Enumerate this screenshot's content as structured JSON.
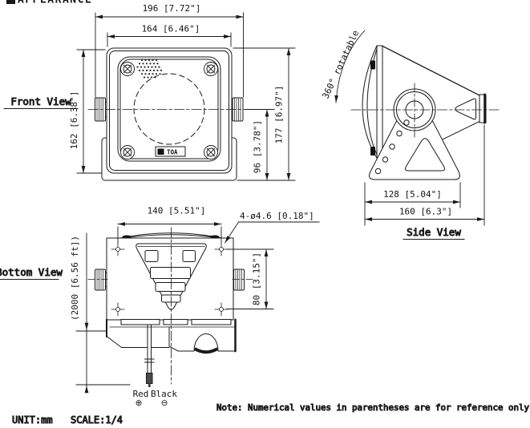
{
  "colors": {
    "ink": "#1a1a1a",
    "background": "#ffffff"
  },
  "header": {
    "title_clipped": "APPEARANCE"
  },
  "front": {
    "label": "Front View",
    "logo": "TOA",
    "dim_overall_width": "196 [7.72\"]",
    "dim_cabinet_width": "164 [6.46\"]",
    "dim_cabinet_height": "162 [6.38\"]",
    "dim_overall_height": "177 [6.97\"]",
    "dim_center_height": "96 [3.78\"]"
  },
  "side": {
    "label": "Side View",
    "rotatable": "360° rotatable",
    "dim_bracket_width": "128 [5.04\"]",
    "dim_overall_depth": "160 [6.3\"]"
  },
  "bottom": {
    "label": "Bottom View",
    "dim_hole_pitch_w": "140 [5.51\"]",
    "dim_hole_pitch_d": "80 [3.15\"]",
    "dim_hole_spec": "4-ø4.6 [0.18\"]",
    "dim_cable": "(2000 [6.56 ft])",
    "wire_red": "Red",
    "wire_black": "Black",
    "wire_plus": "⊕",
    "wire_minus": "⊖"
  },
  "footer": {
    "unit": "UNIT:mm",
    "scale": "SCALE:1/4",
    "note": "Note: Numerical values in parentheses are for reference only."
  }
}
